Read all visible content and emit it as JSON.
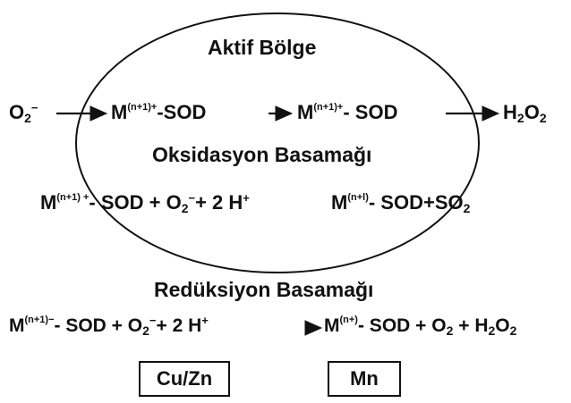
{
  "active_site": {
    "title": "Aktif Bölge"
  },
  "top_reaction": {
    "reactant": "O",
    "reactant_sub": "2",
    "reactant_sup": "−",
    "enzyme1_metal": "M",
    "enzyme1_ox": "(n+1)+",
    "enzyme1_tail": "-SOD",
    "enzyme2_metal": "M",
    "enzyme2_ox": "(n+1)+",
    "enzyme2_tail": "- SOD",
    "product": "H",
    "product_sub1": "2",
    "product_mid": "O",
    "product_sub2": "2"
  },
  "oxidation": {
    "title": "Oksidasyon Basamağı",
    "left_metal": "M",
    "left_ox": "(n+1) +",
    "left_tail": "- SOD + O",
    "left_sub": "2",
    "left_charge": "−",
    "left_end": "+ 2 H",
    "left_h_sup": "+",
    "right_metal": "M",
    "right_ox": "(n+l)",
    "right_tail": "- SOD+SO",
    "right_sub": "2"
  },
  "reduction": {
    "title": "Redüksiyon Basamağı",
    "metal": "M",
    "ox": "(n+1)−",
    "part1": "- SOD + O",
    "sub1": "2",
    "charge1": "−",
    "part2": "+ 2 H",
    "h_sup": "+",
    "metal2": "M",
    "ox2": "(n+)",
    "part3": "- SOD + O",
    "sub2": "2",
    "part4": " + H",
    "sub3": "2",
    "part5": "O",
    "sub4": "2"
  },
  "labels": {
    "box1": "Cu/Zn",
    "box2": "Mn"
  }
}
